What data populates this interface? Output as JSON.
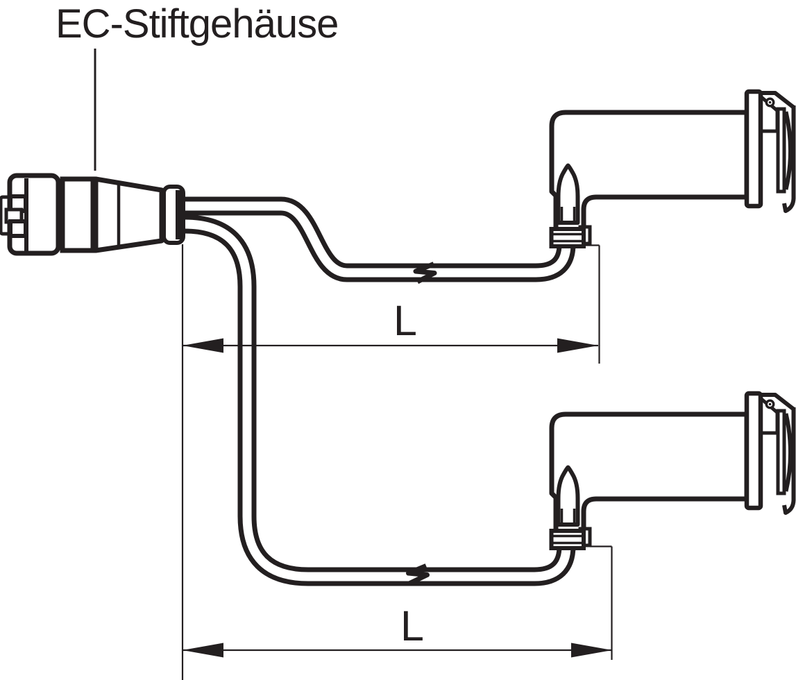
{
  "diagram": {
    "type": "technical-line-drawing",
    "colors": {
      "line": "#231f20",
      "background": "#ffffff"
    },
    "callout": {
      "label": "EC-Stiftgehäuse"
    },
    "dimension_top": {
      "label": "L"
    },
    "dimension_bottom": {
      "label": "L"
    },
    "parts": {
      "left_connector_name": "EC-Stiftgehäuse",
      "cable_count": 2,
      "right_connector_count": 2
    }
  }
}
